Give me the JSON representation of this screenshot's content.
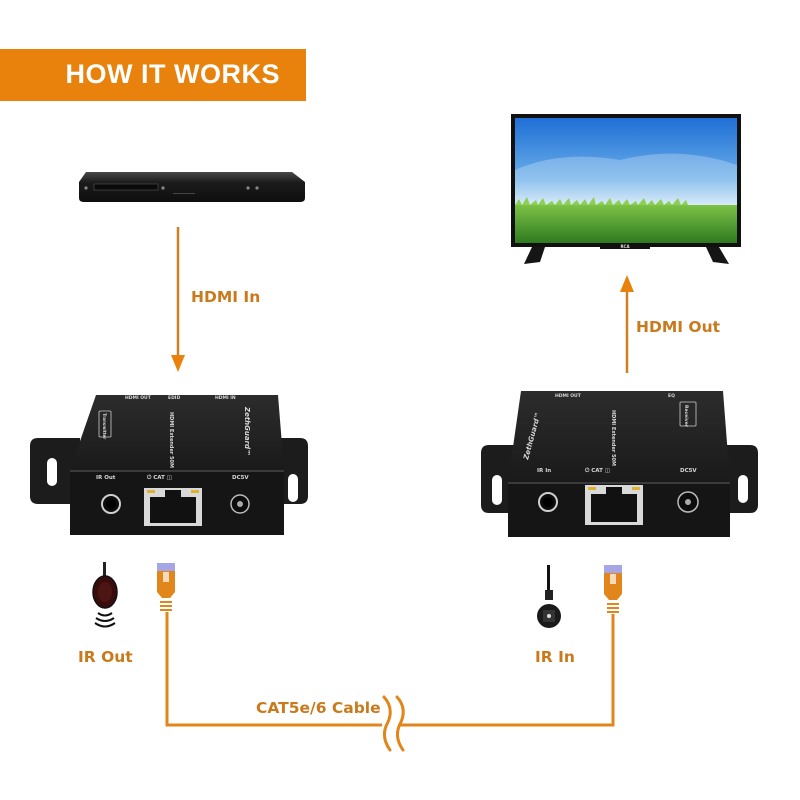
{
  "header": {
    "title": "HOW IT WORKS"
  },
  "colors": {
    "accent": "#e8820c",
    "label": "#c97a1c",
    "cable": "#e0861a",
    "device": "#1e1e1e"
  },
  "source": {
    "icon": "blu-ray-player-icon",
    "connection_label": "HDMI In"
  },
  "display": {
    "icon": "tv-icon",
    "brand": "RCA",
    "connection_label": "HDMI Out"
  },
  "transmitter": {
    "brand": "ZethGuard",
    "model": "HDMI Extender 50M",
    "badge": "Transmitter",
    "top_ports": [
      "HDMI OUT",
      "EDID",
      "HDMI IN"
    ],
    "front_ports": [
      "IR Out",
      "CAT",
      "DC5V"
    ]
  },
  "receiver": {
    "brand": "ZethGuard",
    "model": "HDMI Extender 50M",
    "badge": "Receiver",
    "top_ports": [
      "HDMI OUT",
      "EQ"
    ],
    "front_ports": [
      "IR In",
      "CAT",
      "DC5V"
    ]
  },
  "ir_out": {
    "icon": "ir-emitter-icon",
    "label": "IR Out"
  },
  "ir_in": {
    "icon": "ir-receiver-icon",
    "label": "IR In"
  },
  "cable": {
    "icon": "rj45-plug-icon",
    "label": "CAT5e/6 Cable"
  }
}
